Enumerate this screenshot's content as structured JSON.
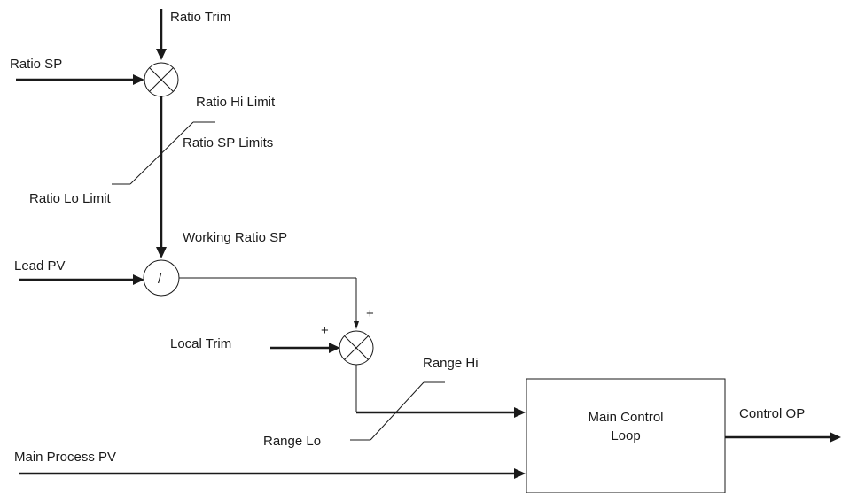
{
  "labels": {
    "ratio_trim": "Ratio Trim",
    "ratio_sp": "Ratio SP",
    "ratio_hi_limit": "Ratio Hi Limit",
    "ratio_sp_limits": "Ratio SP Limits",
    "ratio_lo_limit": "Ratio Lo Limit",
    "working_ratio_sp": "Working Ratio SP",
    "lead_pv": "Lead PV",
    "local_trim": "Local Trim",
    "plus_left": "+",
    "plus_top": "+",
    "range_hi": "Range Hi",
    "range_lo": "Range Lo",
    "main_control_loop_line1": "Main Control",
    "main_control_loop_line2": "Loop",
    "control_op": "Control OP",
    "main_process_pv": "Main Process PV",
    "divide_symbol": "/"
  }
}
